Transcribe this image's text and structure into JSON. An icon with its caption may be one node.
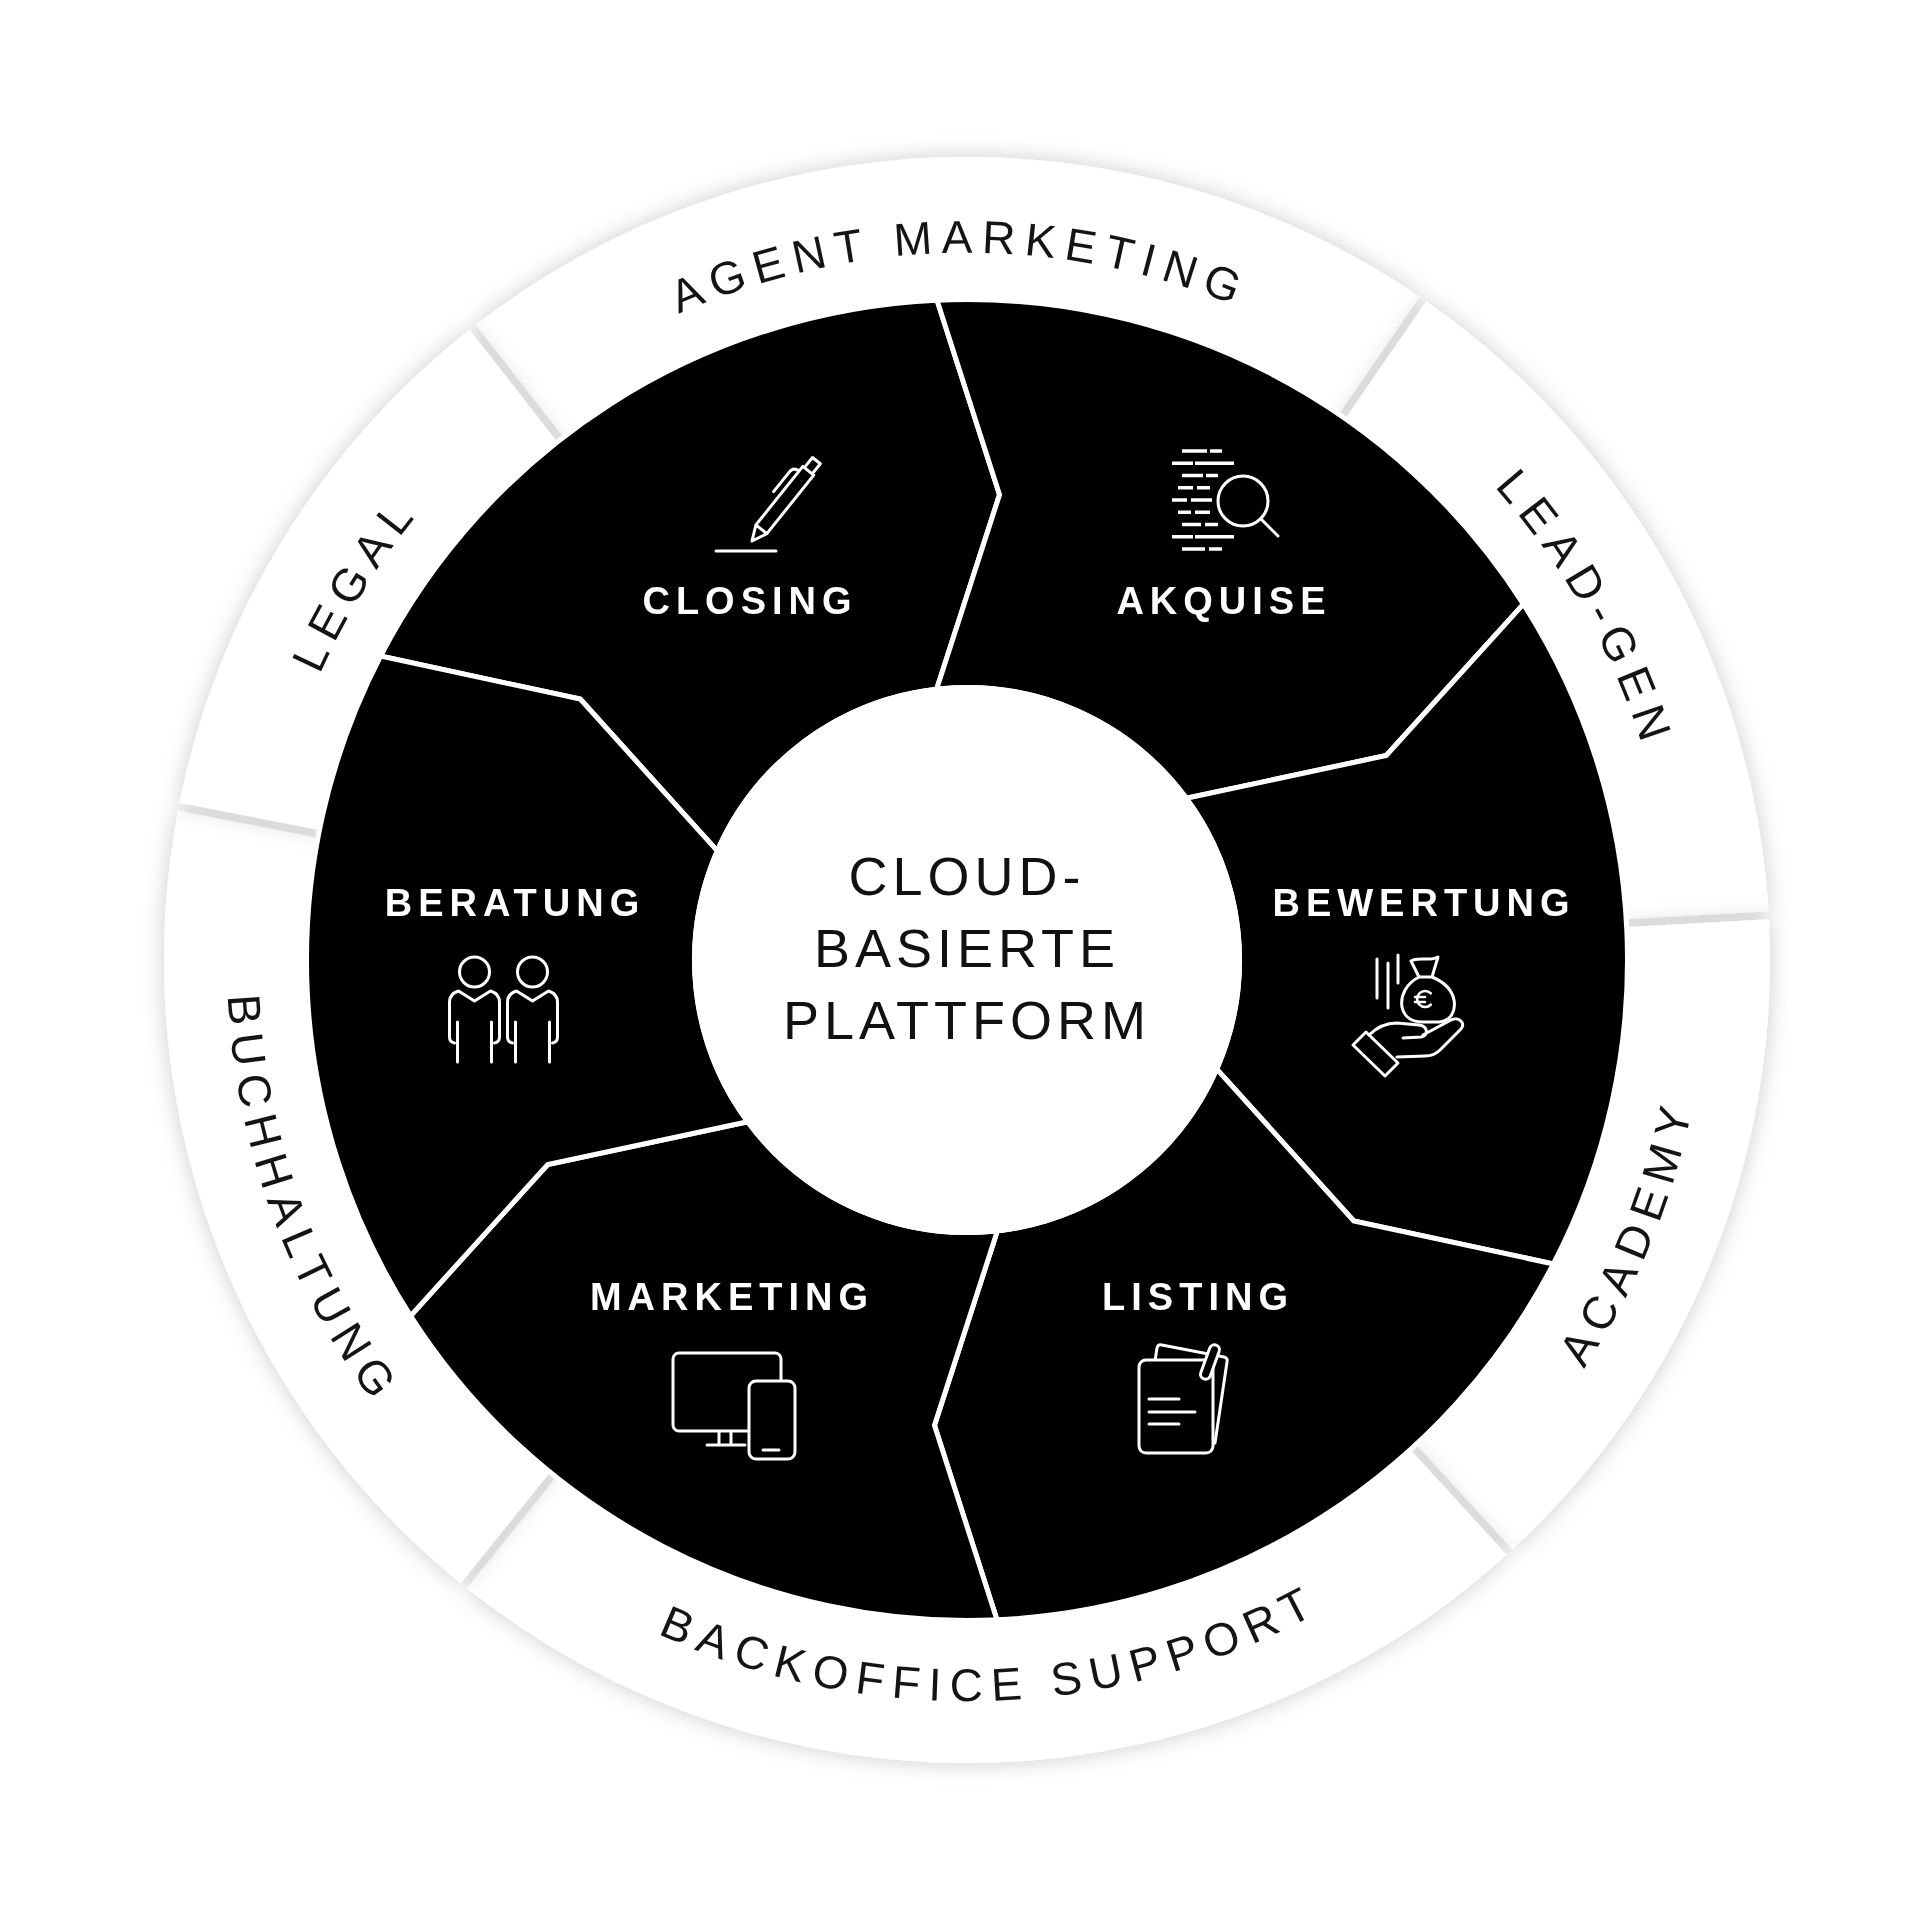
{
  "diagram": {
    "nodes": [
      {
        "text": [
          "AGENT MARKETING"
        ]
      },
      {
        "text": [
          "LEAD-GEN"
        ]
      },
      {
        "text": [
          "ACADEMY"
        ]
      },
      {
        "text": [
          "BACKOFFICE SUPPORT"
        ]
      },
      {
        "text": [
          "BUCHHALTUNG"
        ]
      },
      {
        "text": [
          "LEGAL"
        ]
      },
      {
        "text": [
          "CLOSING"
        ]
      },
      {
        "text": [
          "AKQUISE"
        ]
      },
      {
        "text": [
          "BEWERTUNG"
        ]
      },
      {
        "text": [
          "LISTING"
        ]
      },
      {
        "text": [
          "MARKETING"
        ]
      },
      {
        "text": [
          "BERATUNG"
        ]
      },
      {
        "text": [
          "CLOUD- BASIERTE PLATTFORM"
        ]
      }
    ]
  }
}
